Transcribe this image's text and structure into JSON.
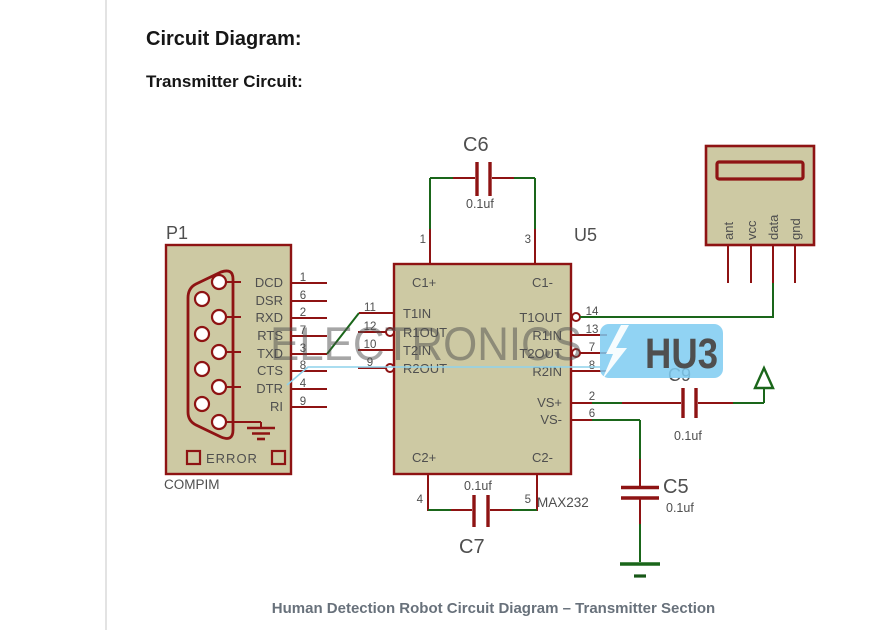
{
  "page": {
    "heading": "Circuit Diagram:",
    "subheading": "Transmitter Circuit:",
    "caption": "Human Detection Robot Circuit Diagram – Transmitter Section"
  },
  "watermark": {
    "brand": "ELECTRONICS",
    "badge": "HU3",
    "badge_color": "#7ecbf1",
    "bolt_icon": "lightning-bolt"
  },
  "colors": {
    "component_red": "#8e1313",
    "wire_green": "#1a661a",
    "wire_cyan": "#8ed2ec",
    "component_fill": "#cdc9a3"
  },
  "schematic": {
    "p1": {
      "ref": "P1",
      "model": "COMPIM",
      "error_label": "ERROR",
      "pins": [
        {
          "name": "DCD",
          "num": "1"
        },
        {
          "name": "DSR",
          "num": "6"
        },
        {
          "name": "RXD",
          "num": "2"
        },
        {
          "name": "RTS",
          "num": "7"
        },
        {
          "name": "TXD",
          "num": "3"
        },
        {
          "name": "CTS",
          "num": "8"
        },
        {
          "name": "DTR",
          "num": "4"
        },
        {
          "name": "RI",
          "num": "9"
        }
      ]
    },
    "u5": {
      "ref": "U5",
      "part": "MAX232",
      "top_pins": [
        {
          "name": "C1+",
          "num": "1"
        },
        {
          "name": "C1-",
          "num": "3"
        }
      ],
      "left_pins": [
        {
          "name": "T1IN",
          "num": "11"
        },
        {
          "name": "R1OUT",
          "num": "12"
        },
        {
          "name": "T2IN",
          "num": "10"
        },
        {
          "name": "R2OUT",
          "num": "9"
        }
      ],
      "right_pins": [
        {
          "name": "T1OUT",
          "num": "14"
        },
        {
          "name": "R1IN",
          "num": "13"
        },
        {
          "name": "T2OUT",
          "num": "7"
        },
        {
          "name": "R2IN",
          "num": "8"
        },
        {
          "name": "VS+",
          "num": "2"
        },
        {
          "name": "VS-",
          "num": "6"
        }
      ],
      "bottom_pins": [
        {
          "name": "C2+",
          "num": "4"
        },
        {
          "name": "C2-",
          "num": "5"
        }
      ]
    },
    "capacitors": {
      "c6": {
        "ref": "C6",
        "value": "0.1uf"
      },
      "c7": {
        "ref": "C7",
        "value": "0.1uf"
      },
      "c9": {
        "ref": "C9",
        "value": "0.1uf"
      },
      "c5": {
        "ref": "C5",
        "value": "0.1uf"
      }
    },
    "rf_module": {
      "pins": [
        {
          "name": "ant"
        },
        {
          "name": "vcc"
        },
        {
          "name": "data"
        },
        {
          "name": "gnd"
        }
      ]
    }
  }
}
